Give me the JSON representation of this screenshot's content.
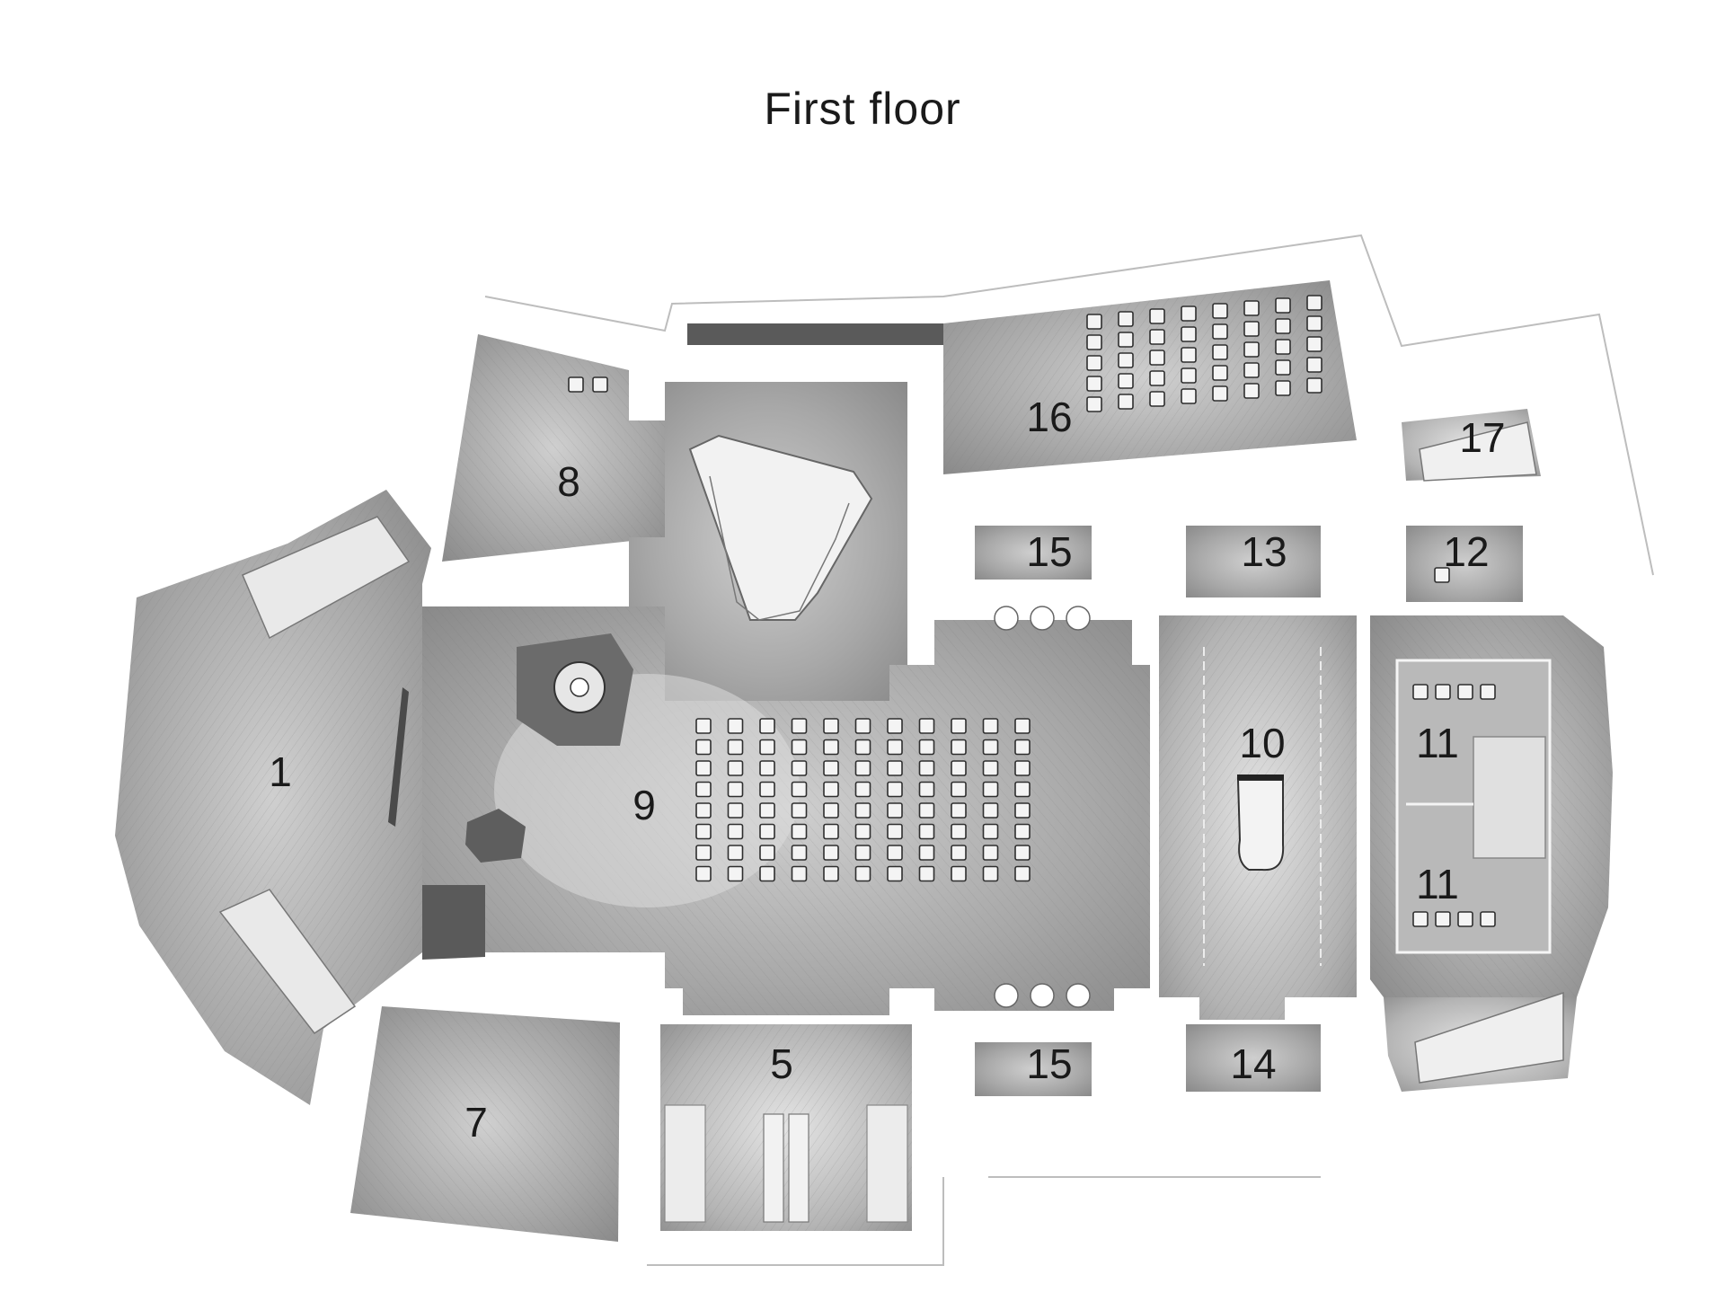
{
  "title": "First floor",
  "colors": {
    "floor_fill": "#9a9a9a",
    "floor_light": "#d8d8d8",
    "wall_gap": "#ffffff",
    "outline": "#8c8c8c",
    "label": "#1a1a1a"
  },
  "rooms": [
    {
      "id": "1",
      "label": "1"
    },
    {
      "id": "5",
      "label": "5"
    },
    {
      "id": "7",
      "label": "7"
    },
    {
      "id": "8",
      "label": "8"
    },
    {
      "id": "9",
      "label": "9"
    },
    {
      "id": "10",
      "label": "10"
    },
    {
      "id": "11a",
      "label": "11"
    },
    {
      "id": "11b",
      "label": "11"
    },
    {
      "id": "12",
      "label": "12"
    },
    {
      "id": "13",
      "label": "13"
    },
    {
      "id": "14",
      "label": "14"
    },
    {
      "id": "15a",
      "label": "15"
    },
    {
      "id": "15b",
      "label": "15"
    },
    {
      "id": "16",
      "label": "16"
    },
    {
      "id": "17",
      "label": "17"
    }
  ]
}
